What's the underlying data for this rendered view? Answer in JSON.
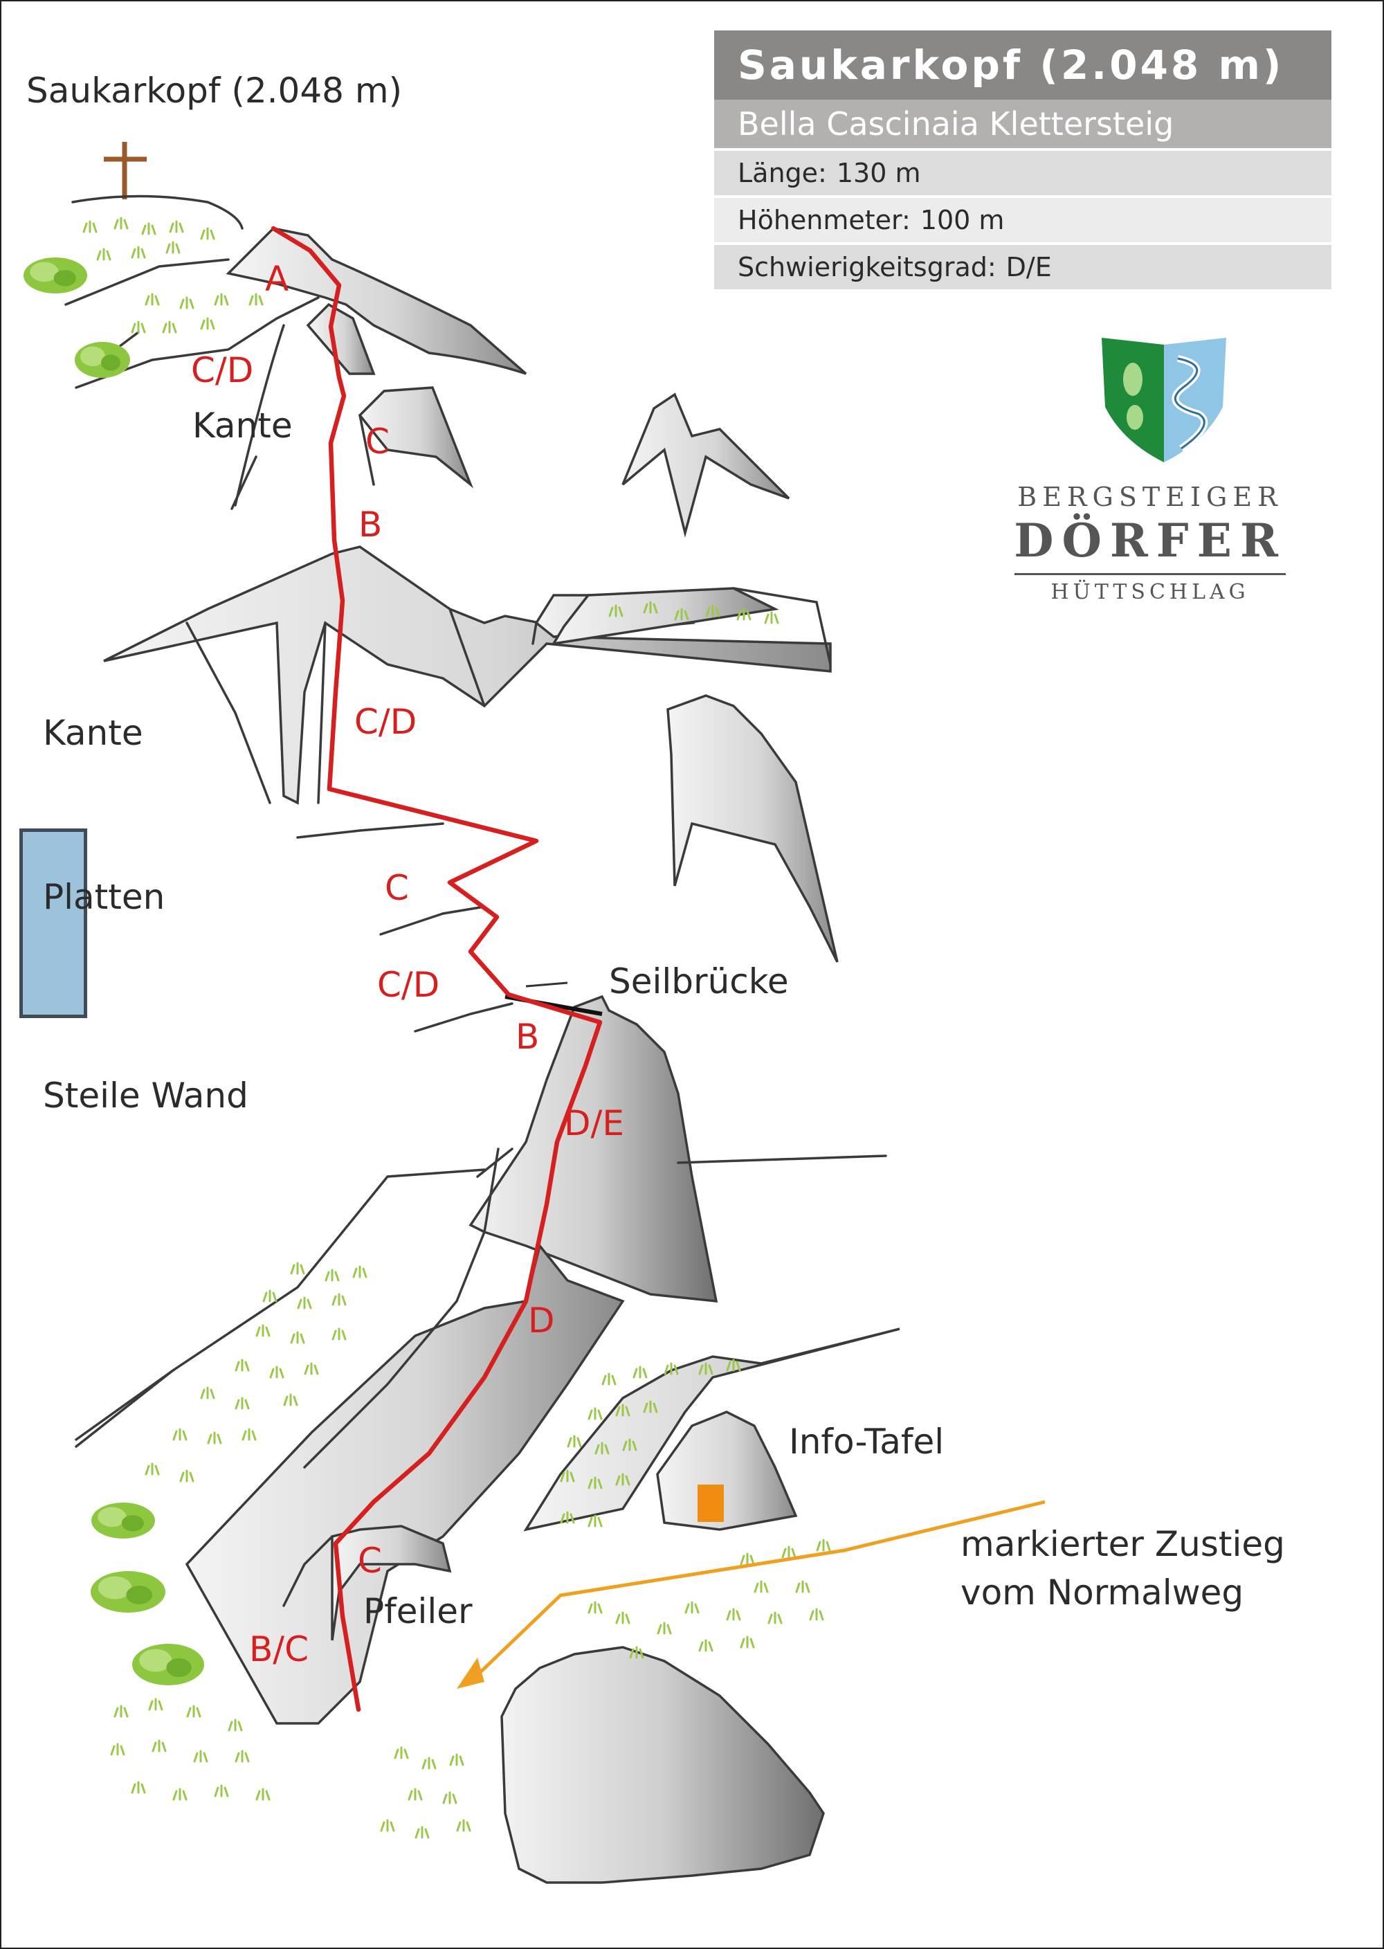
{
  "info_box": {
    "title": "Saukarkopf  (2.048 m)",
    "subtitle": "Bella Cascinaia Klettersteig",
    "rows": [
      {
        "key": "Länge:",
        "value": "130 m"
      },
      {
        "key": "Höhenmeter:",
        "value": "100 m"
      },
      {
        "key": "Schwierigkeitsgrad:",
        "value": "D/E"
      }
    ]
  },
  "logo": {
    "line1": "BERGSTEIGER",
    "line2": "DÖRFER",
    "line3": "HÜTTSCHLAG"
  },
  "labels": {
    "summit": "Saukarkopf  (2.048 m)",
    "kante_upper": "Kante",
    "kante_lower": "Kante",
    "platten": "Platten",
    "seilbruecke": "Seilbrücke",
    "steile_wand": "Steile Wand",
    "info_tafel": "Info-Tafel",
    "pfeiler": "Pfeiler",
    "zustieg_line1": "markierter Zustieg",
    "zustieg_line2": "vom Normalweg"
  },
  "grades": {
    "a": "A",
    "cd1": "C/D",
    "c1": "C",
    "b1": "B",
    "cd2": "C/D",
    "c2": "C",
    "cd3": "C/D",
    "b2": "B",
    "de": "D/E",
    "d": "D",
    "c3": "C",
    "bc": "B/C"
  },
  "colors": {
    "route": "#d62020",
    "access_path": "#f0a020",
    "info_board": "#f08c10",
    "grass": "#9bc84a",
    "shrub": "#8dc63f",
    "marker": "#9dc3dc",
    "logo_green": "#1f8a3a",
    "logo_blue": "#8fc6e6"
  }
}
